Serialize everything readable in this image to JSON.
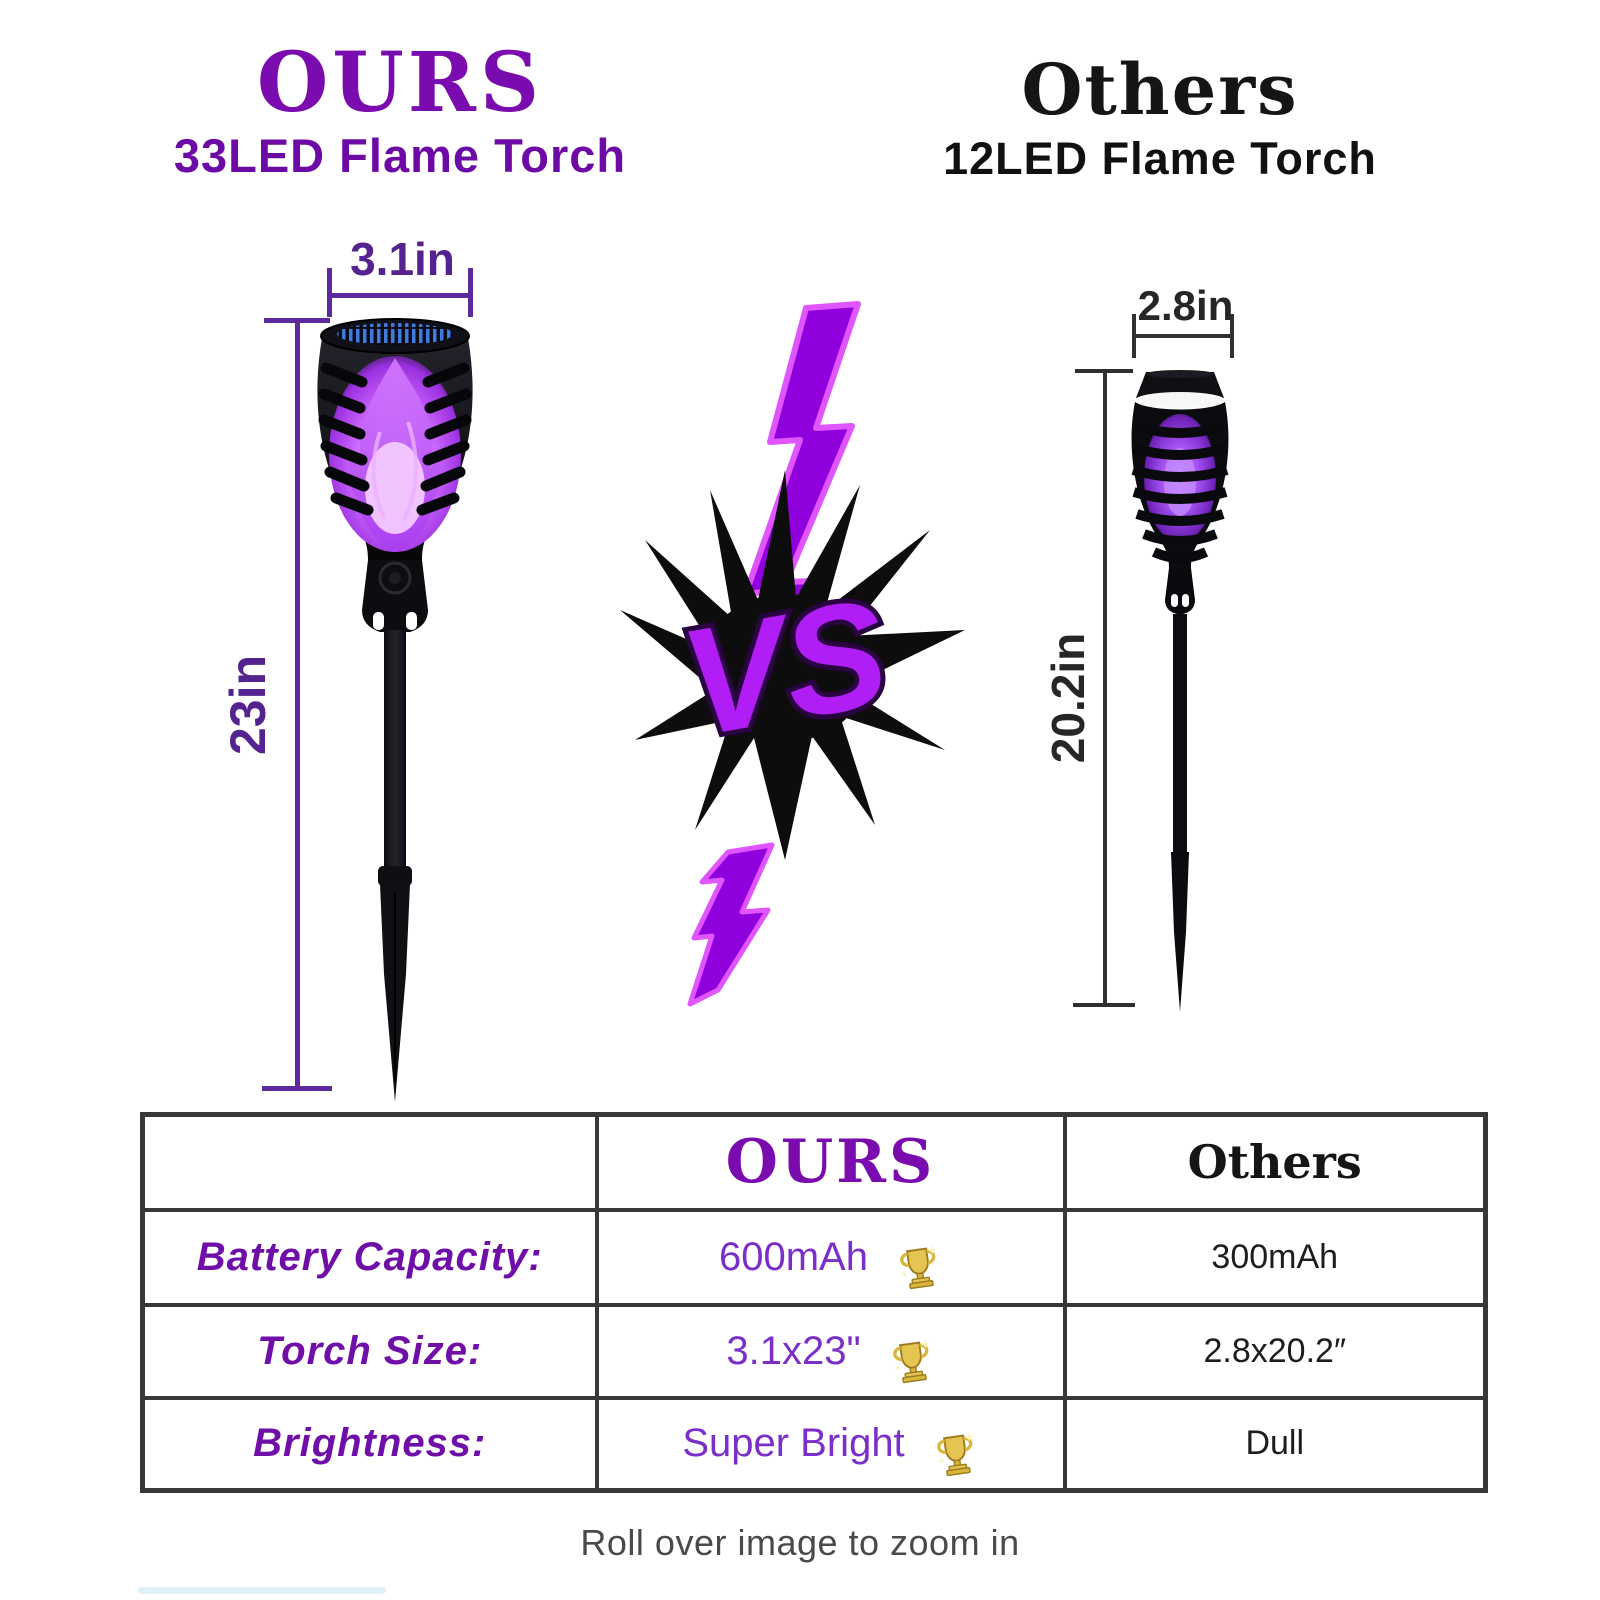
{
  "page": {
    "background": "#ffffff"
  },
  "colors": {
    "brand_purple": "#7a0bae",
    "dimension_purple": "#5b2a9d",
    "others_black": "#1d1d1d",
    "vs_purple": "#b01ef5",
    "flame_purple": "#c45bff",
    "trophy_gold": "#d9b63f"
  },
  "ours_header": {
    "title": "OURS",
    "subtitle": "33LED Flame Torch"
  },
  "others_header": {
    "title": "Others",
    "subtitle": "12LED Flame Torch"
  },
  "ours_product": {
    "width_label": "3.1in",
    "height_label": "23in"
  },
  "others_product": {
    "width_label": "2.8in",
    "height_label": "20.2in"
  },
  "versus": {
    "label": "VS"
  },
  "comparison_table": {
    "columns": [
      "",
      "OURS",
      "Others"
    ],
    "rows": [
      {
        "label": "Battery Capacity:",
        "ours": "600mAh",
        "others": "300mAh",
        "winner": "ours"
      },
      {
        "label": "Torch Size:",
        "ours": "3.1x23\"",
        "others": "2.8x20.2″",
        "winner": "ours"
      },
      {
        "label": "Brightness:",
        "ours": "Super Bright",
        "others": "Dull",
        "winner": "ours"
      }
    ]
  },
  "footer": {
    "caption": "Roll over image to zoom in"
  }
}
